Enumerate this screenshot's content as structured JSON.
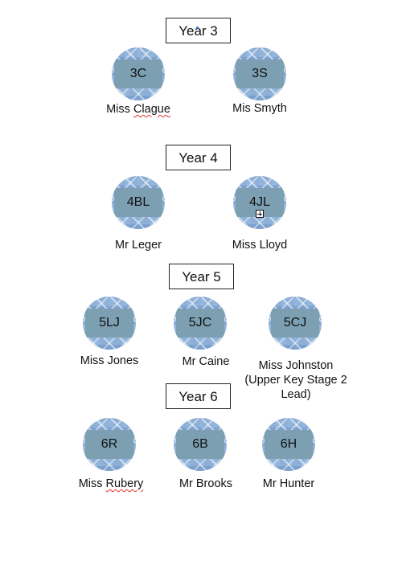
{
  "years": [
    {
      "heading": "Year 3",
      "classes": [
        {
          "code": "3C",
          "teacher": "Miss ",
          "teacher_flagged": "Clague"
        },
        {
          "code": "3S",
          "teacher": "Mis Smyth",
          "teacher_flagged": ""
        }
      ]
    },
    {
      "heading": "Year 4",
      "classes": [
        {
          "code": "4BL",
          "teacher": "Mr Leger",
          "teacher_flagged": ""
        },
        {
          "code": "4JL",
          "teacher": "Miss Lloyd",
          "teacher_flagged": ""
        }
      ]
    },
    {
      "heading": "Year 5",
      "classes": [
        {
          "code": "5LJ",
          "teacher": "Miss Jones",
          "teacher_flagged": ""
        },
        {
          "code": "5JC",
          "teacher": "Mr Caine",
          "teacher_flagged": ""
        },
        {
          "code": "5CJ",
          "teacher_lines": [
            "Miss Johnston",
            "(Upper Key Stage 2",
            "Lead)"
          ]
        }
      ]
    },
    {
      "heading": "Year 6",
      "classes": [
        {
          "code": "6R",
          "teacher": "Miss ",
          "teacher_flagged": "Rubery"
        },
        {
          "code": "6B",
          "teacher": "Mr Brooks",
          "teacher_flagged": ""
        },
        {
          "code": "6H",
          "teacher": "Mr Hunter",
          "teacher_flagged": ""
        }
      ]
    }
  ],
  "icons": {
    "anchor": "anchor-plus-icon"
  },
  "colors": {
    "label_box": "#7c9fb2",
    "circle_base": "#8fb0d6",
    "spell_check": "#e0322c"
  }
}
